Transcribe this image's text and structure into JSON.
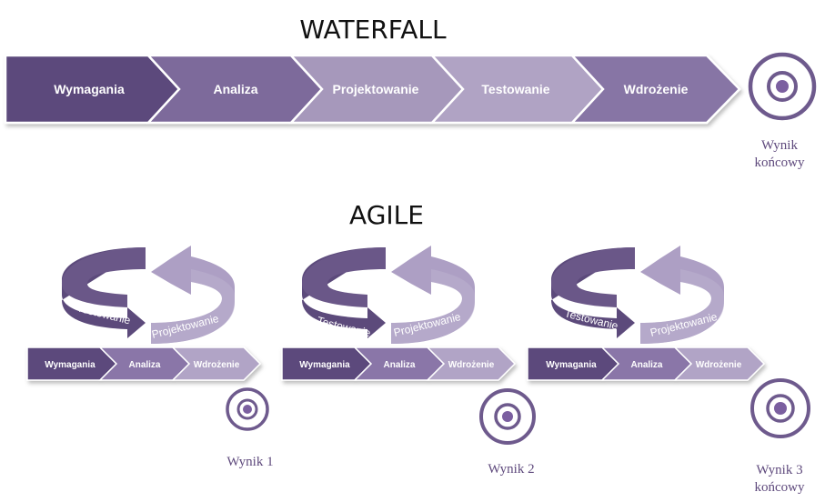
{
  "waterfall": {
    "title": "WATERFALL",
    "stages": [
      "Wymagania",
      "Analiza",
      "Projektowanie",
      "Testowanie",
      "Wdrożenie"
    ],
    "result_line1": "Wynik",
    "result_line2": "końcowy"
  },
  "agile": {
    "title": "AGILE",
    "iterations": [
      {
        "cycle_left": "Testowanie",
        "cycle_right": "Projektowanie",
        "stages": [
          "Wymagania",
          "Analiza",
          "Wdrożenie"
        ],
        "result_line1": "Wynik  1",
        "result_line2": ""
      },
      {
        "cycle_left": "Testowanie",
        "cycle_right": "Projektowanie",
        "stages": [
          "Wymagania",
          "Analiza",
          "Wdrożenie"
        ],
        "result_line1": "Wynik 2",
        "result_line2": ""
      },
      {
        "cycle_left": "Testowanie",
        "cycle_right": "Projektowanie",
        "stages": [
          "Wymagania",
          "Analiza",
          "Wdrożenie"
        ],
        "result_line1": "Wynik 3",
        "result_line2": "końcowy"
      }
    ]
  },
  "colors": {
    "dark_purple": "#5c4a7b",
    "mid_purple": "#8a76a8",
    "light_purple": "#b1a4c6",
    "target_ring": "#6e5a8d",
    "target_dot": "#7b5fa0",
    "result_text": "#5f4a7d"
  }
}
